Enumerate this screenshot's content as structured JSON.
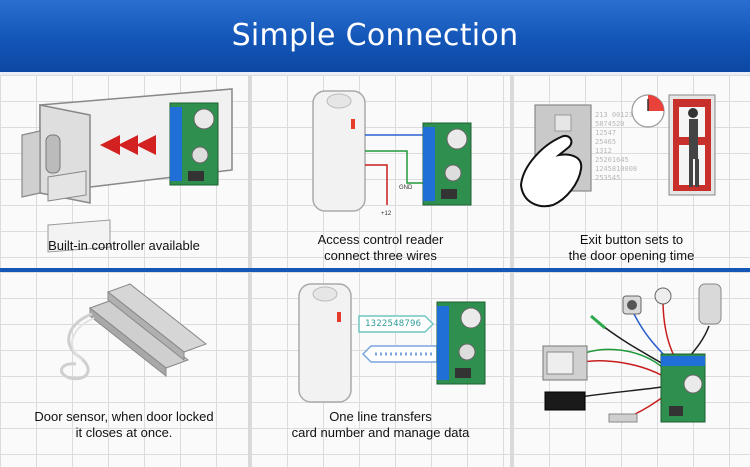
{
  "banner": {
    "title": "Simple Connection"
  },
  "panels": {
    "builtin": {
      "caption_1": "Built-in controller available"
    },
    "reader": {
      "caption_1": "Access control reader",
      "caption_2": "connect three wires",
      "wire_label_gnd": "GND",
      "wire_label_12": "+12"
    },
    "exit": {
      "caption_1": "Exit button sets to",
      "caption_2": "the door opening time",
      "code_lines": [
        "213 00123",
        "5874520",
        "12547",
        "25465",
        "1312",
        "25201645",
        "1245810008",
        "253545"
      ]
    },
    "sensor": {
      "caption_1": "Door sensor, when door locked",
      "caption_2": "it closes at once."
    },
    "transfer": {
      "caption_1": "One line transfers",
      "caption_2": "card number and manage data",
      "card_number": "1322548796"
    },
    "wiring": {}
  },
  "colors": {
    "banner": "#1356b8",
    "pcb": "#2f8f4e",
    "terminal": "#1f6fd6",
    "arrow_red": "#d32020",
    "wire_red": "#c81e1e",
    "wire_green": "#1f9a3a",
    "wire_blue": "#2b5fd0"
  }
}
